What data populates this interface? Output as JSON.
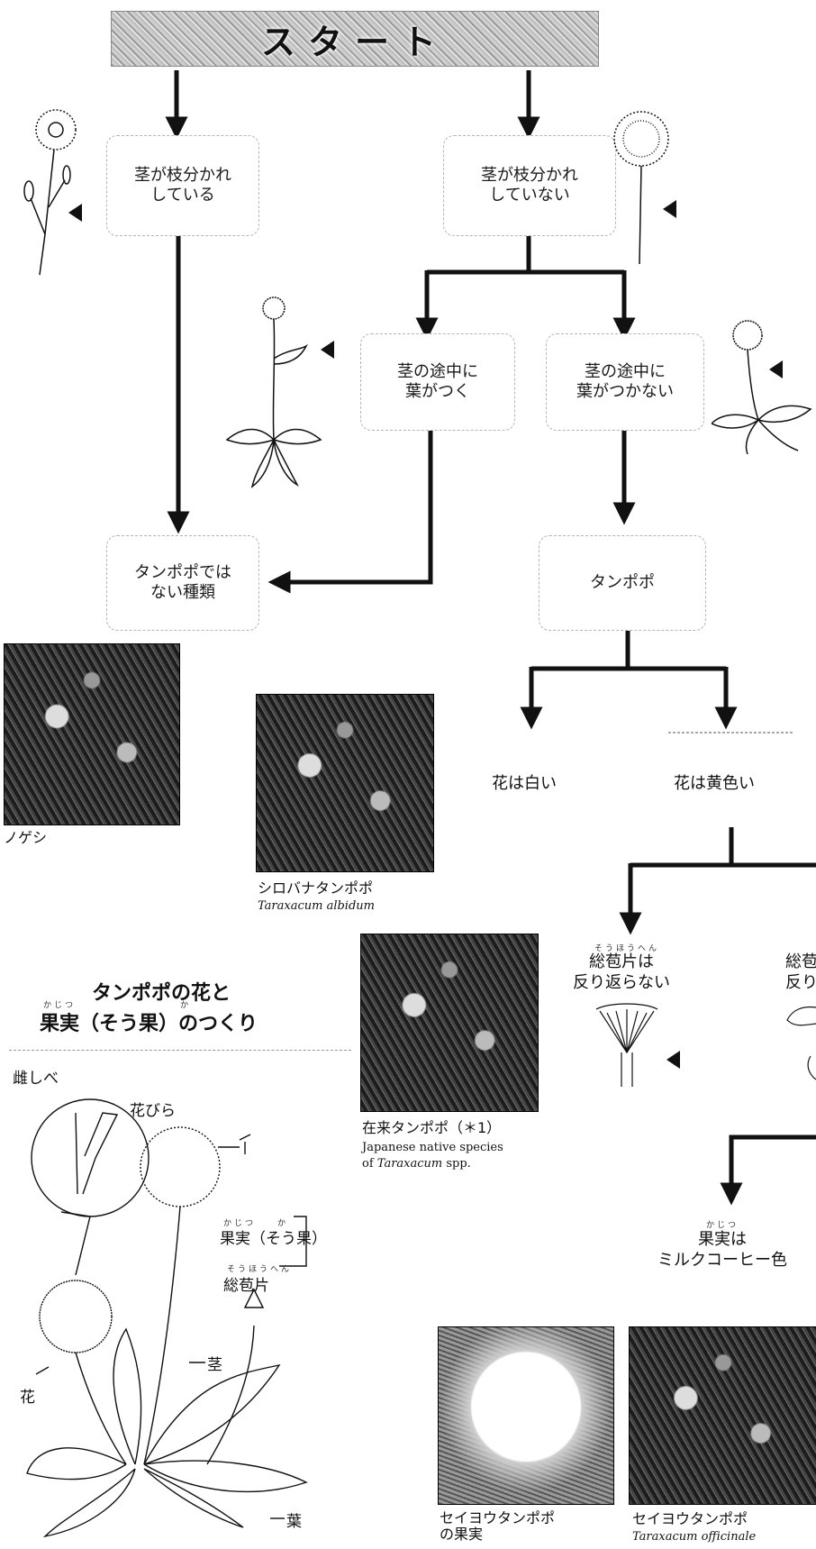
{
  "start": {
    "label": "スタート"
  },
  "boxes": {
    "branched": [
      "茎が枝分かれ",
      "している"
    ],
    "unbranched": [
      "茎が枝分かれ",
      "していない"
    ],
    "leaf_on_stem": [
      "茎の途中に",
      "葉がつく"
    ],
    "no_leaf_on_stem": [
      "茎の途中に",
      "葉がつかない"
    ],
    "not_dandelion": [
      "タンポポでは",
      "ない種類"
    ],
    "dandelion": "タンポポ"
  },
  "branches": {
    "white": "花は白い",
    "yellow": "花は黄色い",
    "bracts_not_reflexed": [
      "総苞片は",
      "反り返らない"
    ],
    "bracts_not_reflexed_ruby": "そうほうへん",
    "bracts_reflexed_partial": [
      "総苞",
      "反り"
    ],
    "fruit_color": [
      "果実は",
      "ミルクコーヒー色"
    ],
    "fruit_ruby": "かじつ"
  },
  "photos": {
    "nogeshi": {
      "label": "ノゲシ"
    },
    "shirobana": {
      "label": "シロバナタンポポ",
      "latin": "Taraxacum albidum"
    },
    "native": {
      "label": "在来タンポポ（＊1）",
      "en1": "Japanese native species",
      "en2_prefix": "of ",
      "en2_italic": "Taraxacum",
      "en2_suffix": " spp."
    },
    "seiyou_fruit": {
      "label1": "セイヨウタンポポ",
      "label2": "の果実"
    },
    "seiyou": {
      "label": "セイヨウタンポポ",
      "latin": "Taraxacum officinale"
    }
  },
  "structure": {
    "title1": "タンポポの花と",
    "title2": "果実（そう果）のつくり",
    "ruby_kajitsu": "かじつ",
    "ruby_ka": "か",
    "pistil": "雌しべ",
    "petal": "花びら",
    "fruit": "果実（そう果）",
    "fruit_ruby": "かじつ　　か",
    "bract": "総苞片",
    "bract_ruby": "そうほうへん",
    "stem": "茎",
    "flower": "花",
    "leaf": "葉"
  },
  "colors": {
    "ink": "#111111",
    "dashed_border": "#b5b5b5"
  }
}
